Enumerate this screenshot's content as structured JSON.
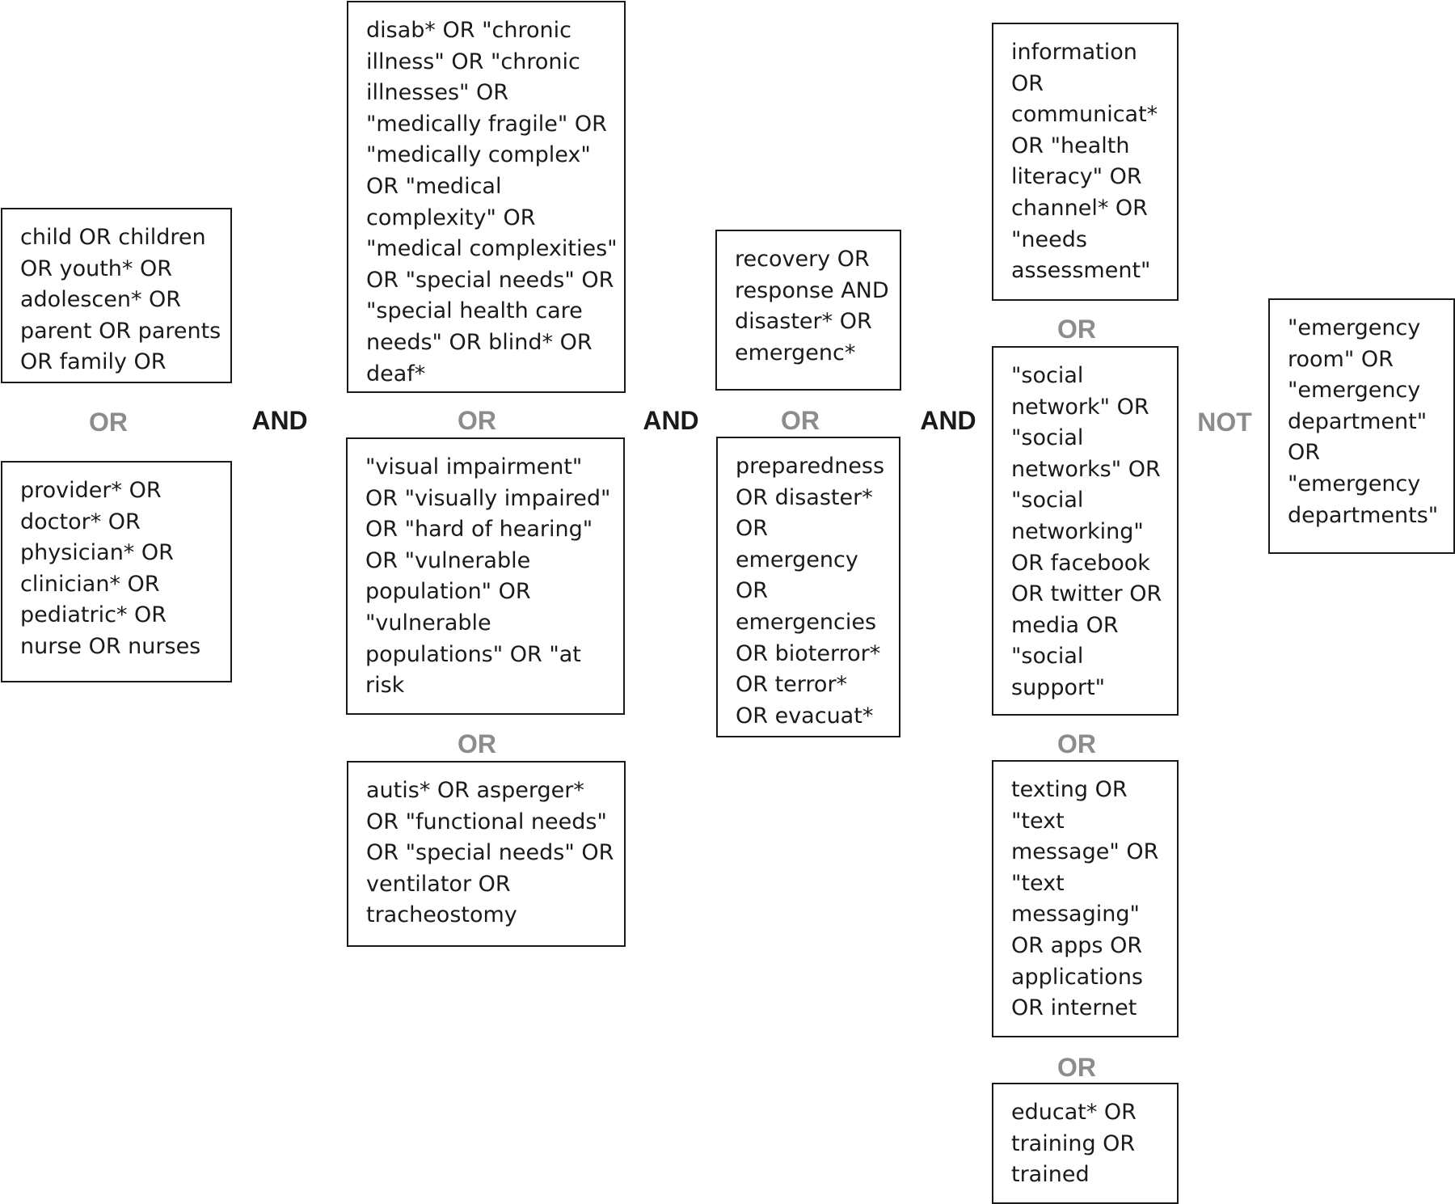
{
  "colors": {
    "operator_or": "#8c8c8c",
    "operator_and": "#1a1a1a",
    "operator_not": "#8c8c8c",
    "box_border": "#1a1a1a",
    "text": "#1a1a1a"
  },
  "boxes": {
    "population_children": "child OR children\nOR youth* OR\nadolescen* OR\nparent OR parents\nOR family OR",
    "population_providers": "provider* OR\ndoctor* OR\nphysician* OR\nclinician* OR\npediatric* OR\nnurse OR nurses",
    "condition_disability": "disab* OR \"chronic\nillness\" OR \"chronic\nillnesses\" OR\n\"medically fragile\" OR\n\"medically complex\"\nOR \"medical\ncomplexity\" OR\n\"medical complexities\"\nOR \"special needs\" OR\n\"special health care\nneeds\" OR blind* OR\ndeaf*",
    "condition_vulnerable": "\"visual impairment\"\nOR \"visually impaired\"\nOR \"hard of hearing\"\nOR \"vulnerable\npopulation\" OR\n\"vulnerable\npopulations\" OR \"at\nrisk",
    "condition_autism": "autis* OR asperger*\nOR \"functional needs\"\nOR \"special needs\" OR\nventilator OR\ntracheostomy",
    "event_recovery": "recovery OR\nresponse AND\ndisaster* OR\nemergenc*",
    "event_preparedness": "preparedness\nOR disaster*\nOR\nemergency\nOR\nemergencies\nOR bioterror*\nOR terror*\nOR evacuat*",
    "comm_information": "information\nOR\ncommunicat*\nOR \"health\nliteracy\" OR\nchannel* OR\n\"needs\nassessment\"",
    "comm_social": "\"social\nnetwork\" OR\n\"social\nnetworks\" OR\n\"social\nnetworking\"\nOR facebook\nOR twitter OR\nmedia OR\n\"social\nsupport\"",
    "comm_texting": "texting OR\n\"text\nmessage\" OR\n\"text\nmessaging\"\nOR apps OR\napplications\nOR internet",
    "comm_education": "educat* OR\ntraining OR\ntrained",
    "exclusion_emergency": "\"emergency\nroom\" OR\n\"emergency\ndepartment\"\nOR\n\"emergency\ndepartments\""
  },
  "operators": {
    "or_col1": "OR",
    "and_1": "AND",
    "or_col2_a": "OR",
    "or_col2_b": "OR",
    "and_2": "AND",
    "or_col3": "OR",
    "and_3": "AND",
    "or_col4_a": "OR",
    "or_col4_b": "OR",
    "or_col4_c": "OR",
    "not": "NOT"
  }
}
